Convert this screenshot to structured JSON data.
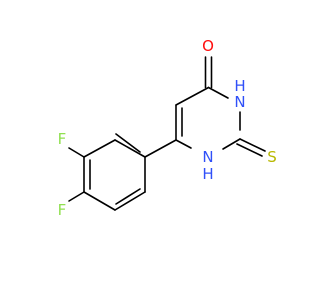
{
  "molecule": {
    "atoms": [
      {
        "id": "o1",
        "label": "O",
        "color": "#ff0d0d"
      },
      {
        "id": "n3",
        "label": "N",
        "color": "#3050f8"
      },
      {
        "id": "h3",
        "label": "H",
        "color": "#3050f8"
      },
      {
        "id": "n1",
        "label": "N",
        "color": "#3050f8"
      },
      {
        "id": "h1",
        "label": "H",
        "color": "#3050f8"
      },
      {
        "id": "s1",
        "label": "S",
        "color": "#b8b800"
      },
      {
        "id": "f3",
        "label": "F",
        "color": "#90e050"
      },
      {
        "id": "f4",
        "label": "F",
        "color": "#90e050"
      }
    ]
  },
  "colors": {
    "bond": "#000000",
    "background": "#ffffff"
  }
}
